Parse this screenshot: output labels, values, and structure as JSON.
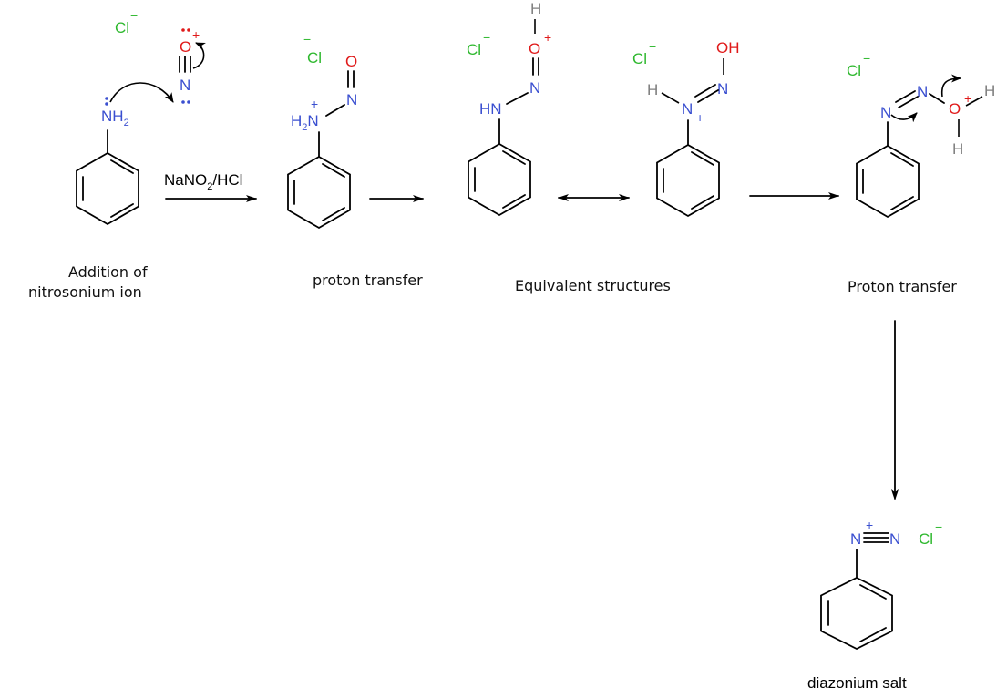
{
  "diagram": {
    "title": "Diazotization mechanism of aniline",
    "reagent": {
      "main": "NaNO",
      "sub": "2",
      "rest": "/HCl"
    },
    "counter_ion": {
      "symbol": "Cl",
      "charge": "−"
    },
    "steps": [
      {
        "id": "aniline",
        "caption_lines": [
          "Addition of",
          "nitrosonium ion"
        ],
        "amine": {
          "N": "NH",
          "sub": "2"
        },
        "nitrosonium": {
          "O": "O",
          "N": "N",
          "charge": "+"
        }
      },
      {
        "id": "n-nitrosammonium",
        "caption_lines": [
          "proton transfer"
        ],
        "atoms": {
          "H2": "H",
          "H2_sub": "2",
          "N1": "N",
          "charge": "+",
          "N2": "N",
          "O": "O"
        }
      },
      {
        "id": "protonated-nitrosamine",
        "caption_lines": [
          "Equivalent structures"
        ],
        "atoms": {
          "HN": "HN",
          "N": "N",
          "O": "O",
          "charge": "+",
          "H": "H"
        }
      },
      {
        "id": "resonance-form",
        "atoms": {
          "H": "H",
          "N1": "N",
          "charge": "+",
          "N2": "N",
          "OH": "OH"
        }
      },
      {
        "id": "protonated-diazohydroxide",
        "caption_lines": [
          "Proton transfer"
        ],
        "atoms": {
          "N1": "N",
          "N2": "N",
          "O": "O",
          "charge": "+",
          "H1": "H",
          "H2": "H"
        }
      },
      {
        "id": "diazonium",
        "caption_lines": [
          "diazonium salt"
        ],
        "atoms": {
          "N1": "N",
          "charge": "+",
          "N2": "N"
        }
      }
    ],
    "arrows": [
      {
        "from": "aniline",
        "to": "n-nitrosammonium",
        "type": "reaction",
        "label": "NaNO2/HCl"
      },
      {
        "from": "n-nitrosammonium",
        "to": "protonated-nitrosamine",
        "type": "reaction"
      },
      {
        "from": "protonated-nitrosamine",
        "to": "resonance-form",
        "type": "resonance"
      },
      {
        "from": "resonance-form",
        "to": "protonated-diazohydroxide",
        "type": "reaction"
      },
      {
        "from": "protonated-diazohydroxide",
        "to": "diazonium",
        "type": "reaction"
      }
    ],
    "colors": {
      "nitrogen": "#3a4fd0",
      "oxygen": "#e01a1a",
      "hydrogen": "#808080",
      "chloride": "#2eb82e",
      "bond": "#000000"
    }
  }
}
